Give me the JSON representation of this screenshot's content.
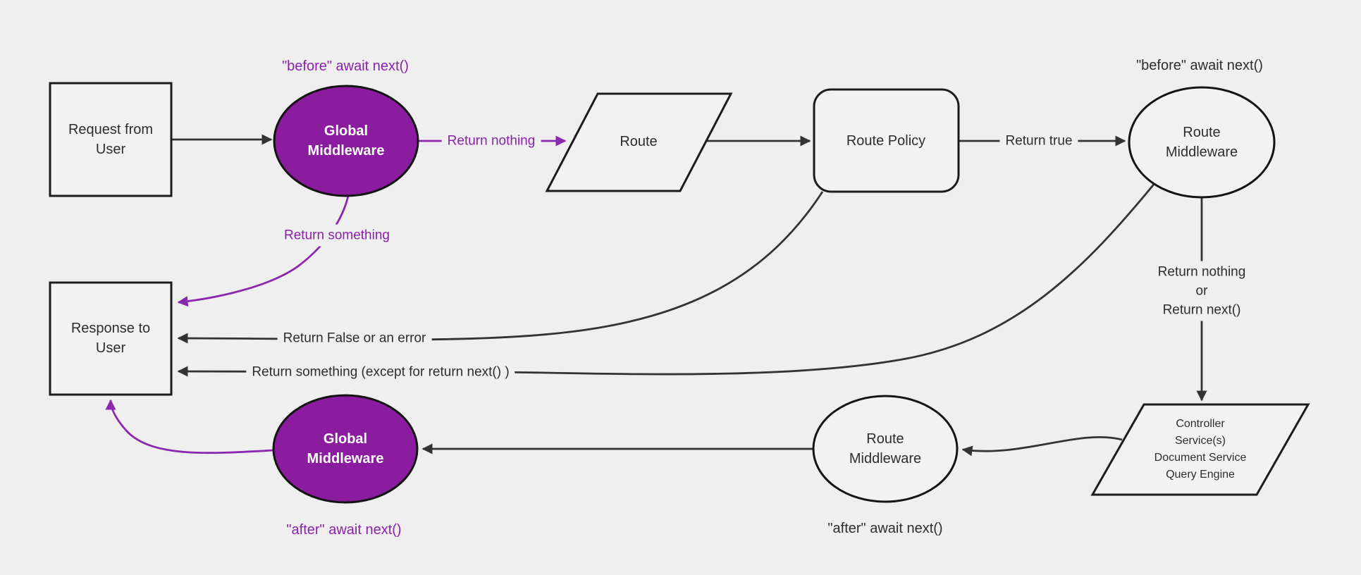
{
  "diagram_title": "Backend request and middleware flow diagram",
  "colors": {
    "background": "#efefef",
    "node_fill": "#f2f2f2",
    "node_border": "#1c1c1c",
    "edge_line": "#333333",
    "purple_fill": "#8B1CA0",
    "purple_accent": "#8C27B0",
    "text": "#2d2d2d",
    "text_on_purple": "#ffffff"
  },
  "nodes": {
    "request": {
      "label": "Request from\nUser",
      "shape": "rectangle"
    },
    "global_middleware_top": {
      "label": "Global\nMiddleware",
      "shape": "ellipse"
    },
    "route": {
      "label": "Route",
      "shape": "parallelogram"
    },
    "route_policy": {
      "label": "Route Policy",
      "shape": "rounded-rectangle"
    },
    "route_middleware_top": {
      "label": "Route\nMiddleware",
      "shape": "ellipse"
    },
    "controller": {
      "label": "Controller\nService(s)\nDocument Service\nQuery Engine",
      "shape": "parallelogram"
    },
    "route_middleware_bottom": {
      "label": "Route\nMiddleware",
      "shape": "ellipse"
    },
    "global_middleware_bottom": {
      "label": "Global\nMiddleware",
      "shape": "ellipse"
    },
    "response": {
      "label": "Response to\nUser",
      "shape": "rectangle"
    }
  },
  "edge_labels": {
    "return_nothing": "Return nothing",
    "return_true": "Return true",
    "return_nothing_or_next": "Return nothing\nor\nReturn next()",
    "return_something": "Return something",
    "return_false_or_error": "Return False or an error",
    "return_something_except": "Return something (except for return next() )"
  },
  "annotations": {
    "before_global": "\"before\" await next()",
    "before_route": "\"before\" await next()",
    "after_route": "\"after\" await next()",
    "after_global": "\"after\" await next()"
  }
}
